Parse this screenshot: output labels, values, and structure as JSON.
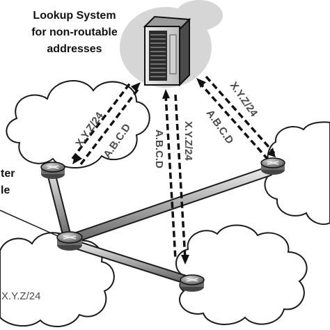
{
  "lookup_system": {
    "title_line1": "Lookup System",
    "title_line2": "for non-routable",
    "title_line3": "addresses"
  },
  "router_labels": {
    "partial_line1": "ter",
    "partial_line2": "le"
  },
  "cloud_labels": {
    "bottom_left_prefix": "X.Y.Z/24"
  },
  "links": {
    "left_request": "X.Y.Z/24",
    "left_reply": "A.B.C.D",
    "center_request": "X.Y.Z/24",
    "center_reply": "A.B.C.D",
    "right_request": "X.Y.Z/24",
    "right_reply": "A.B.C.D"
  },
  "colors": {
    "cloud_fill": "#ffffff",
    "cloud_stroke": "#1a1a1a",
    "server_halo": "#d4d4d4",
    "arrow": "#111111",
    "link_text": "#4a4a4a",
    "pipe_fill": "#b9b9b9",
    "router_fill": "#8a8a8a"
  }
}
